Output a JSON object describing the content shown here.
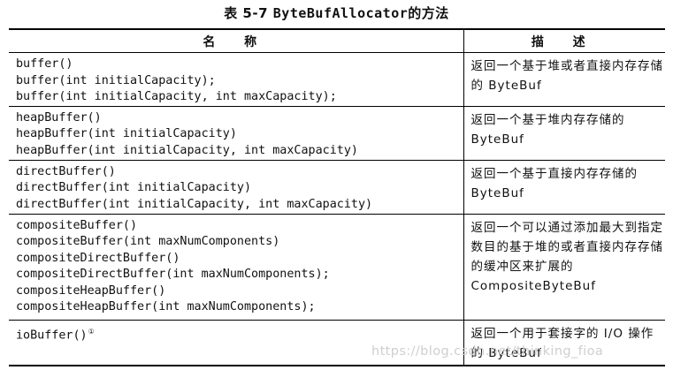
{
  "caption": {
    "prefix": "表 5-7",
    "class_name": "ByteBufAllocator",
    "suffix": "的方法"
  },
  "table": {
    "headers": [
      "名 称",
      "描 述"
    ],
    "rows": [
      {
        "methods": [
          "buffer()",
          "buffer(int initialCapacity);",
          "buffer(int initialCapacity, int maxCapacity);"
        ],
        "description": "返回一个基于堆或者直接内存存储的 ByteBuf"
      },
      {
        "methods": [
          "heapBuffer()",
          "heapBuffer(int initialCapacity)",
          "heapBuffer(int initialCapacity, int maxCapacity)"
        ],
        "description": "返回一个基于堆内存存储的 ByteBuf"
      },
      {
        "methods": [
          "directBuffer()",
          "directBuffer(int initialCapacity)",
          "directBuffer(int initialCapacity, int maxCapacity)"
        ],
        "description": "返回一个基于直接内存存储的 ByteBuf"
      },
      {
        "methods": [
          "compositeBuffer()",
          "compositeBuffer(int maxNumComponents)",
          "compositeDirectBuffer()",
          "compositeDirectBuffer(int maxNumComponents);",
          "compositeHeapBuffer()",
          "compositeHeapBuffer(int maxNumComponents);"
        ],
        "description": "返回一个可以通过添加最大到指定数目的基于堆的或者直接内存存储的缓冲区来扩展的 CompositeByteBuf"
      },
      {
        "methods": [
          "ioBuffer()"
        ],
        "footnote": "①",
        "description": "返回一个用于套接字的 I/O 操作的 ByteBuf"
      }
    ]
  },
  "watermark": "https://blog.csdn.net/thinking_fioa"
}
